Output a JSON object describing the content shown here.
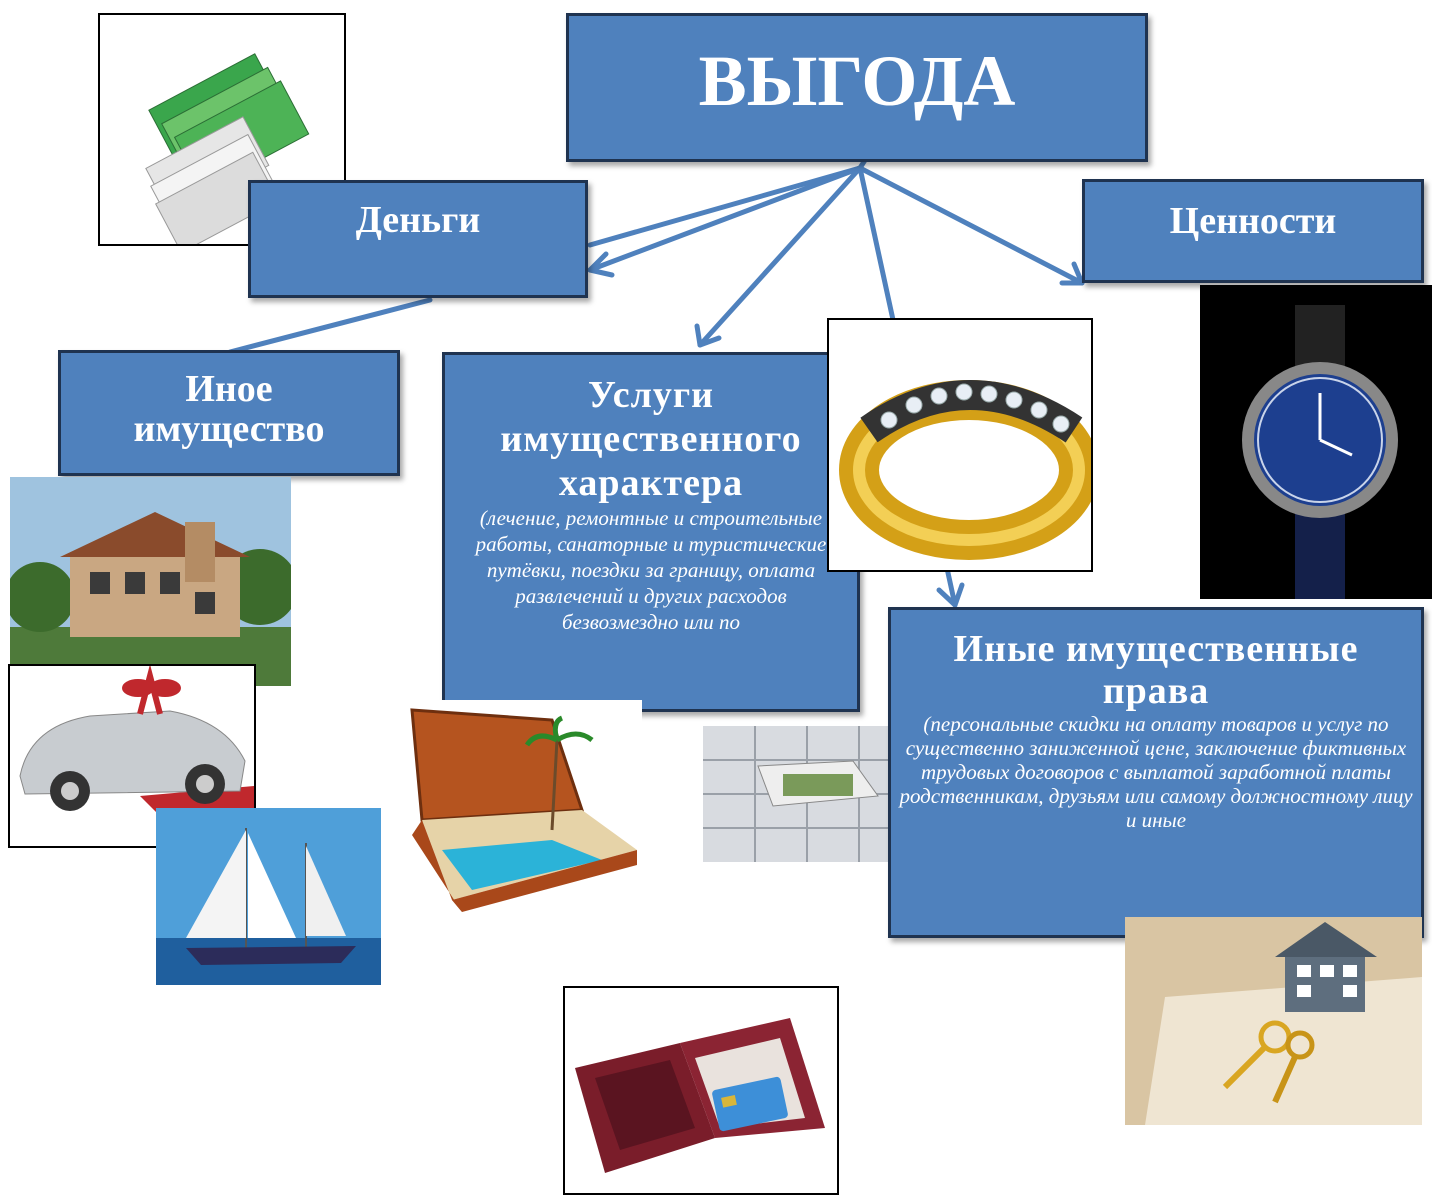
{
  "diagram": {
    "title": "ВЫГОДА",
    "nodes": {
      "money": {
        "label": "Деньги"
      },
      "valuables": {
        "label": "Ценности"
      },
      "other_property": {
        "label": "Иное имущество"
      },
      "services": {
        "label": "Услуги имущественного характера",
        "details": "(лечение, ремонтные и строительные работы, санаторные и туристические путёвки, поездки за границу, оплата развлечений и других расходов безвозмездно или по"
      },
      "other_rights": {
        "label": "Иные имущественные права",
        "details": "(персональные скидки на оплату товаров и услуг по существенно заниженной цене, заключение фиктивных трудовых договоров с выплатой заработной платы родственникам, друзьям или самому должностному лицу и иные"
      }
    },
    "colors": {
      "box_fill": "#4f81bd",
      "box_border": "#1f3350",
      "arrow": "#4f81bd",
      "text": "#ffffff"
    },
    "illustrations": [
      "banknotes-icon",
      "gold-ring-icon",
      "wristwatch-icon",
      "house-icon",
      "gift-car-icon",
      "sailing-yacht-icon",
      "beach-suitcase-icon",
      "money-safe-deposit-icon",
      "gift-card-box-icon",
      "house-keys-icon"
    ]
  }
}
